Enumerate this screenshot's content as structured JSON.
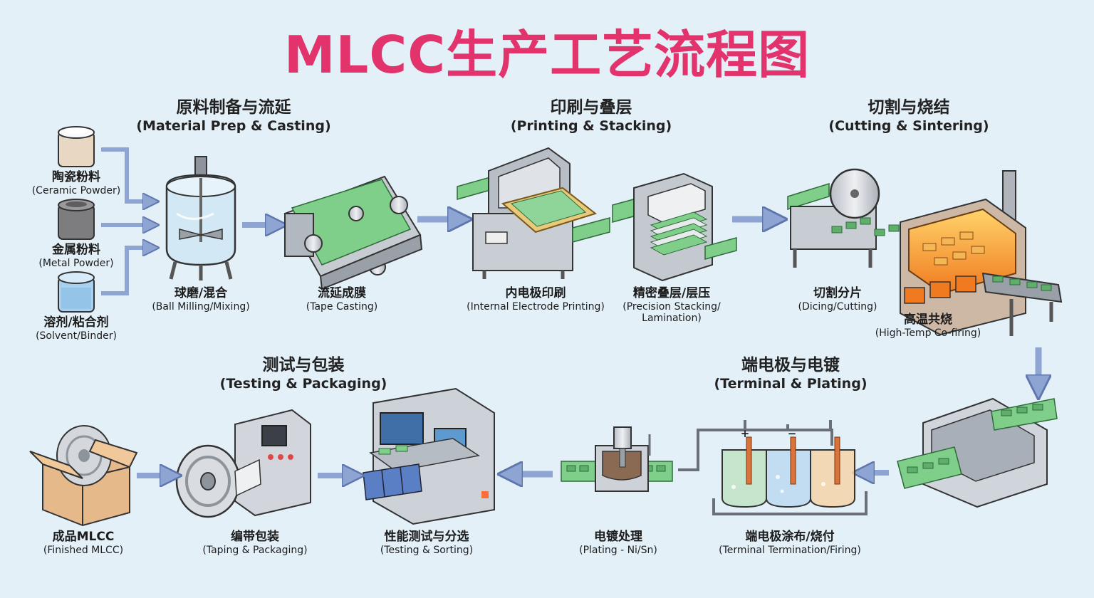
{
  "title": "MLCC生产工艺流程图",
  "sections": {
    "material": {
      "zh": "原料制备与流延",
      "en": "(Material Prep & Casting)"
    },
    "printing": {
      "zh": "印刷与叠层",
      "en": "(Printing & Stacking)"
    },
    "cutting": {
      "zh": "切割与烧结",
      "en": "(Cutting & Sintering)"
    },
    "testing": {
      "zh": "测试与包装",
      "en": "(Testing & Packaging)"
    },
    "terminal": {
      "zh": "端电极与电镀",
      "en": "(Terminal & Plating)"
    }
  },
  "materials": {
    "ceramic": {
      "zh": "陶瓷粉料",
      "en": "(Ceramic Powder)"
    },
    "metal": {
      "zh": "金属粉料",
      "en": "(Metal Powder)"
    },
    "solvent": {
      "zh": "溶剂/粘合剂",
      "en": "(Solvent/Binder)"
    }
  },
  "steps": {
    "ball_milling": {
      "zh": "球磨/混合",
      "en": "(Ball Milling/Mixing)"
    },
    "tape_casting": {
      "zh": "流延成膜",
      "en": "(Tape Casting)"
    },
    "printing": {
      "zh": "内电极印刷",
      "en": "(Internal Electrode Printing)"
    },
    "stacking": {
      "zh": "精密叠层/层压",
      "en": "(Precision Stacking/",
      "en2": "Lamination)"
    },
    "dicing": {
      "zh": "切割分片",
      "en": "(Dicing/Cutting)"
    },
    "firing": {
      "zh": "高温共烧",
      "en": "(High-Temp Co-firing)"
    },
    "termination": {
      "zh": "端电极涂布/烧付",
      "en": "(Terminal Termination/Firing)"
    },
    "plating": {
      "zh": "电镀处理",
      "en": "(Plating - Ni/Sn)"
    },
    "testing": {
      "zh": "性能测试与分选",
      "en": "(Testing & Sorting)"
    },
    "taping": {
      "zh": "编带包装",
      "en": "(Taping & Packaging)"
    },
    "finished": {
      "zh": "成品MLCC",
      "en": "(Finished MLCC)"
    }
  },
  "electrode_signs": {
    "plus": "+",
    "minus": "−"
  },
  "colors": {
    "title": "#e3336d",
    "arrow": "#8ea5d4",
    "sheet": "#7fcf8a",
    "machine": "#d4d8de",
    "background": "#e3f0f8"
  }
}
